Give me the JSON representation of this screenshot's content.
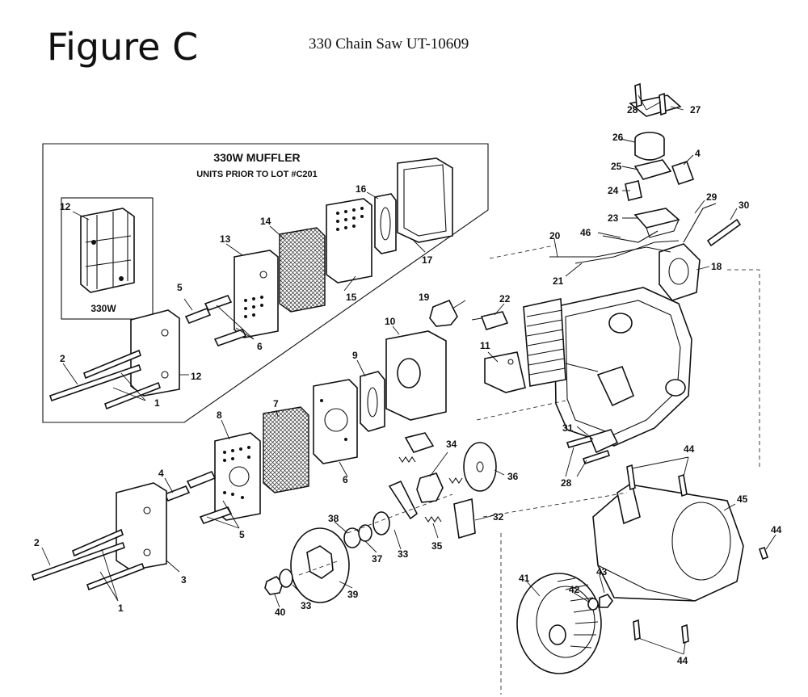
{
  "header": {
    "title": "Figure C",
    "subtitle": "330 Chain Saw UT-10609"
  },
  "inset": {
    "title": "330W MUFFLER",
    "subtitle": "UNITS PRIOR TO LOT #C201",
    "sub_inset_label": "330W"
  },
  "callouts": [
    "1",
    "2",
    "3",
    "4",
    "5",
    "6",
    "7",
    "8",
    "9",
    "10",
    "11",
    "12",
    "13",
    "14",
    "15",
    "16",
    "17",
    "18",
    "19",
    "20",
    "21",
    "22",
    "23",
    "24",
    "25",
    "26",
    "27",
    "28",
    "29",
    "30",
    "31",
    "32",
    "33",
    "34",
    "35",
    "36",
    "37",
    "38",
    "39",
    "40",
    "41",
    "42",
    "43",
    "44",
    "45",
    "46"
  ]
}
